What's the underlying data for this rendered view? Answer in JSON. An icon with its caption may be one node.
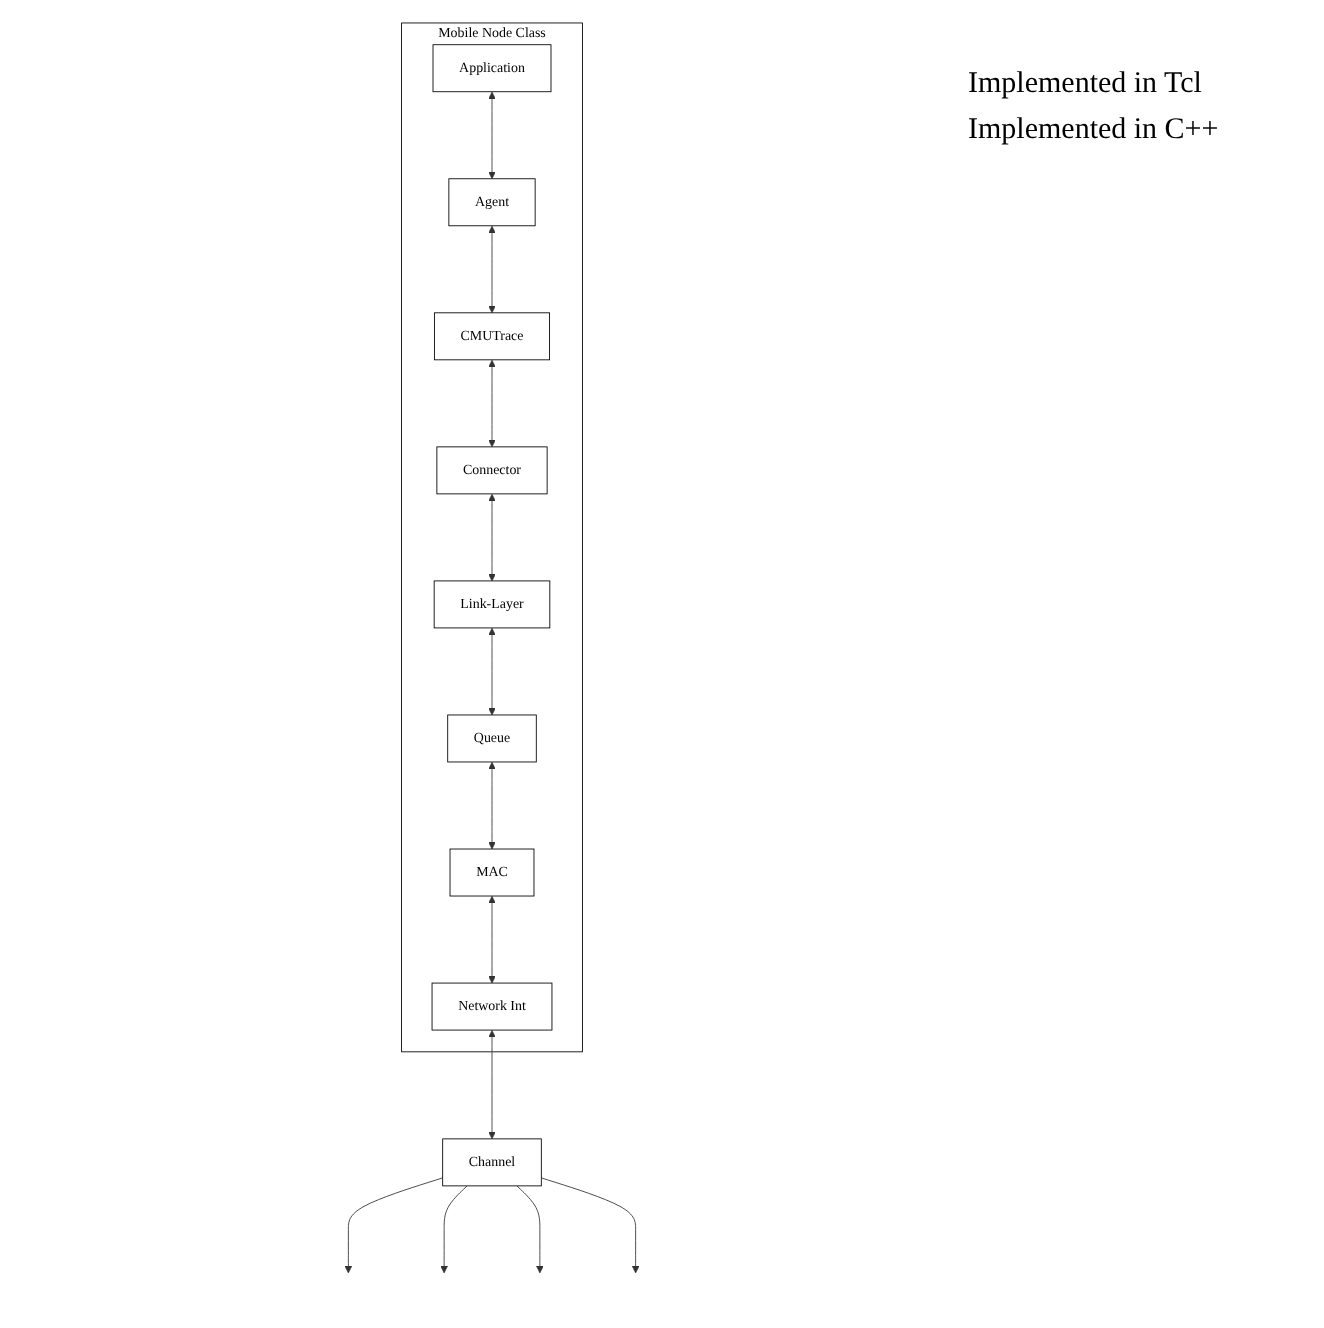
{
  "diagram": {
    "nodes": [
      {
        "text": [
          "Mobile Node Class"
        ]
      },
      {
        "text": [
          "Application"
        ],
        "in": 0
      },
      {
        "text": [
          "Agent"
        ],
        "in": 0
      },
      {
        "text": [
          "CMUTrace"
        ],
        "in": 0
      },
      {
        "text": [
          "Connector"
        ],
        "in": 0
      },
      {
        "text": [
          "Link-Layer"
        ],
        "in": 0
      },
      {
        "text": [
          "Queue"
        ],
        "in": 0
      },
      {
        "text": [
          "MAC"
        ],
        "in": 0
      },
      {
        "text": [
          "Network Int"
        ],
        "in": 0
      },
      {
        "text": [
          "Channel"
        ]
      }
    ],
    "edges": [
      {
        "from": 1,
        "to": 2,
        "arrow": "both"
      },
      {
        "from": 2,
        "to": 3,
        "arrow": "both"
      },
      {
        "from": 3,
        "to": 4,
        "arrow": "both"
      },
      {
        "from": 4,
        "to": 5,
        "arrow": "both"
      },
      {
        "from": 5,
        "to": 6,
        "arrow": "both"
      },
      {
        "from": 6,
        "to": 7,
        "arrow": "both"
      },
      {
        "from": 7,
        "to": 8,
        "arrow": "both"
      },
      {
        "from": 8,
        "to": 9,
        "arrow": "both"
      },
      {
        "from": 9,
        "to": null,
        "arrow": "to"
      },
      {
        "from": 9,
        "to": null,
        "arrow": "to"
      },
      {
        "from": 9,
        "to": null,
        "arrow": "to"
      },
      {
        "from": 9,
        "to": null,
        "arrow": "to"
      }
    ],
    "labels": [
      "Implemented in Tcl",
      "Implemented in C++"
    ]
  }
}
